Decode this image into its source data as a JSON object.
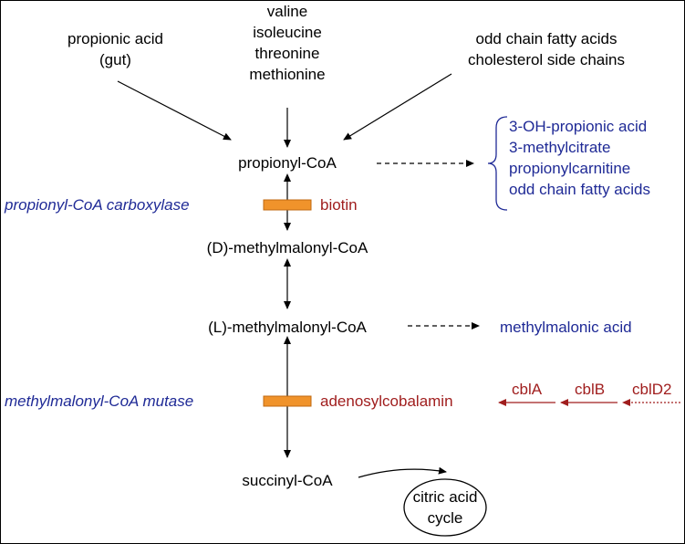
{
  "sources": {
    "propionic_acid": [
      "propionic acid",
      "(gut)"
    ],
    "amino_acids": [
      "valine",
      "isoleucine",
      "threonine",
      "methionine"
    ],
    "fatty": [
      "odd chain fatty acids",
      "cholesterol side chains"
    ]
  },
  "metabolites": {
    "propionyl_coa": "propionyl-CoA",
    "d_methylmalonyl_coa": "(D)-methylmalonyl-CoA",
    "l_methylmalonyl_coa": "(L)-methylmalonyl-CoA",
    "succinyl_coa": "succinyl-CoA",
    "citric_acid_cycle": [
      "citric acid",
      "cycle"
    ]
  },
  "byproducts": {
    "propionyl_derived": [
      "3-OH-propionic acid",
      "3-methylcitrate",
      "propionylcarnitine",
      "odd chain fatty acids"
    ],
    "methylmalonic_acid": "methylmalonic acid"
  },
  "enzymes": {
    "propionyl_coa_carboxylase": "propionyl-CoA carboxylase",
    "methylmalonyl_coa_mutase": "methylmalonyl-CoA mutase"
  },
  "cofactors": {
    "biotin": "biotin",
    "adenosylcobalamin": "adenosylcobalamin"
  },
  "genes": {
    "cbla": "cblA",
    "cblb": "cblB",
    "cbld2": "cblD2"
  },
  "colors": {
    "enzyme_blue": "#1f2a96",
    "cofactor_red": "#a01e1e",
    "enzyme_block": "#f0932b"
  }
}
